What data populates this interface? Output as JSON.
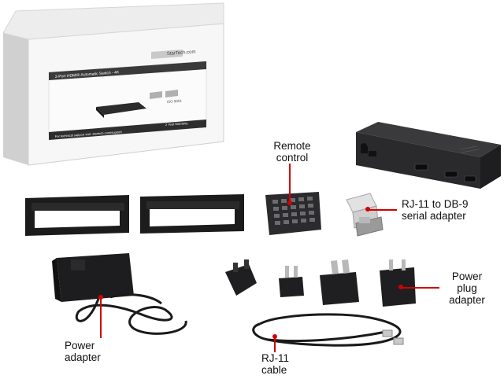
{
  "box": {
    "brand": "StarTech.com",
    "product_line": "2-Port HDMI® Automatic Switch - 4K",
    "support_line": "For technical support visit: startech.com/support",
    "warranty": "2 Year Warranty",
    "cert": "ISO 9001"
  },
  "labels": {
    "remote": [
      "Remote",
      "control"
    ],
    "serial": [
      "RJ-11 to DB-9",
      "serial adapter"
    ],
    "plug": [
      "Power",
      "plug",
      "adapter"
    ],
    "power": [
      "Power",
      "adapter"
    ],
    "cable": [
      "RJ-11",
      "cable"
    ]
  },
  "colors": {
    "callout": "#d40000",
    "device": "#2a2a2c",
    "bracket": "#1c1c1c",
    "box_white": "#f4f4f4"
  }
}
